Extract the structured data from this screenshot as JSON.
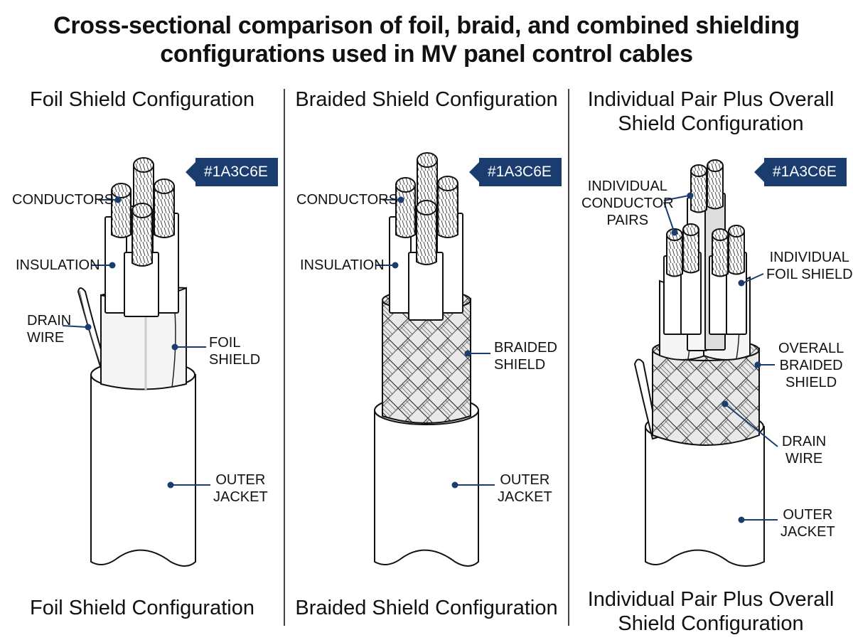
{
  "title": {
    "line1": "Cross-sectional comparison of foil, braid, and combined shielding",
    "line2": "configurations used in MV panel control cables"
  },
  "accent_color": "#1A3C6E",
  "panels": [
    {
      "top_title": "Foil Shield Configuration",
      "bottom_title": "Foil Shield Configuration",
      "badge": "#1A3C6E",
      "labels": {
        "conductors": "CONDUCTORS",
        "insulation": "INSULATION",
        "drain_line1": "DRAIN",
        "drain_line2": "WIRE",
        "foil_line1": "FOIL",
        "foil_line2": "SHIELD",
        "jacket_line1": "OUTER",
        "jacket_line2": "JACKET"
      }
    },
    {
      "top_title": "Braided Shield Configuration",
      "bottom_title": "Braided Shield Configuration",
      "badge": "#1A3C6E",
      "labels": {
        "conductors": "CONDUCTORS",
        "insulation": "INSULATION",
        "braid_line1": "BRAIDED",
        "braid_line2": "SHIELD",
        "jacket_line1": "OUTER",
        "jacket_line2": "JACKET"
      }
    },
    {
      "top_title_line1": "Individual Pair Plus Overall",
      "top_title_line2": "Shield Configuration",
      "bottom_title_line1": "Individual Pair Plus Overall",
      "bottom_title_line2": "Shield Configuration",
      "badge": "#1A3C6E",
      "labels": {
        "pairs_line1": "INDIVIDUAL",
        "pairs_line2": "CONDUCTOR",
        "pairs_line3": "PAIRS",
        "ifoil_line1": "INDIVIDUAL",
        "ifoil_line2": "FOIL SHIELD",
        "obraid_line1": "OVERALL",
        "obraid_line2": "BRAIDED",
        "obraid_line3": "SHIELD",
        "drain_line1": "DRAIN",
        "drain_line2": "WIRE",
        "jacket_line1": "OUTER",
        "jacket_line2": "JACKET"
      }
    }
  ]
}
